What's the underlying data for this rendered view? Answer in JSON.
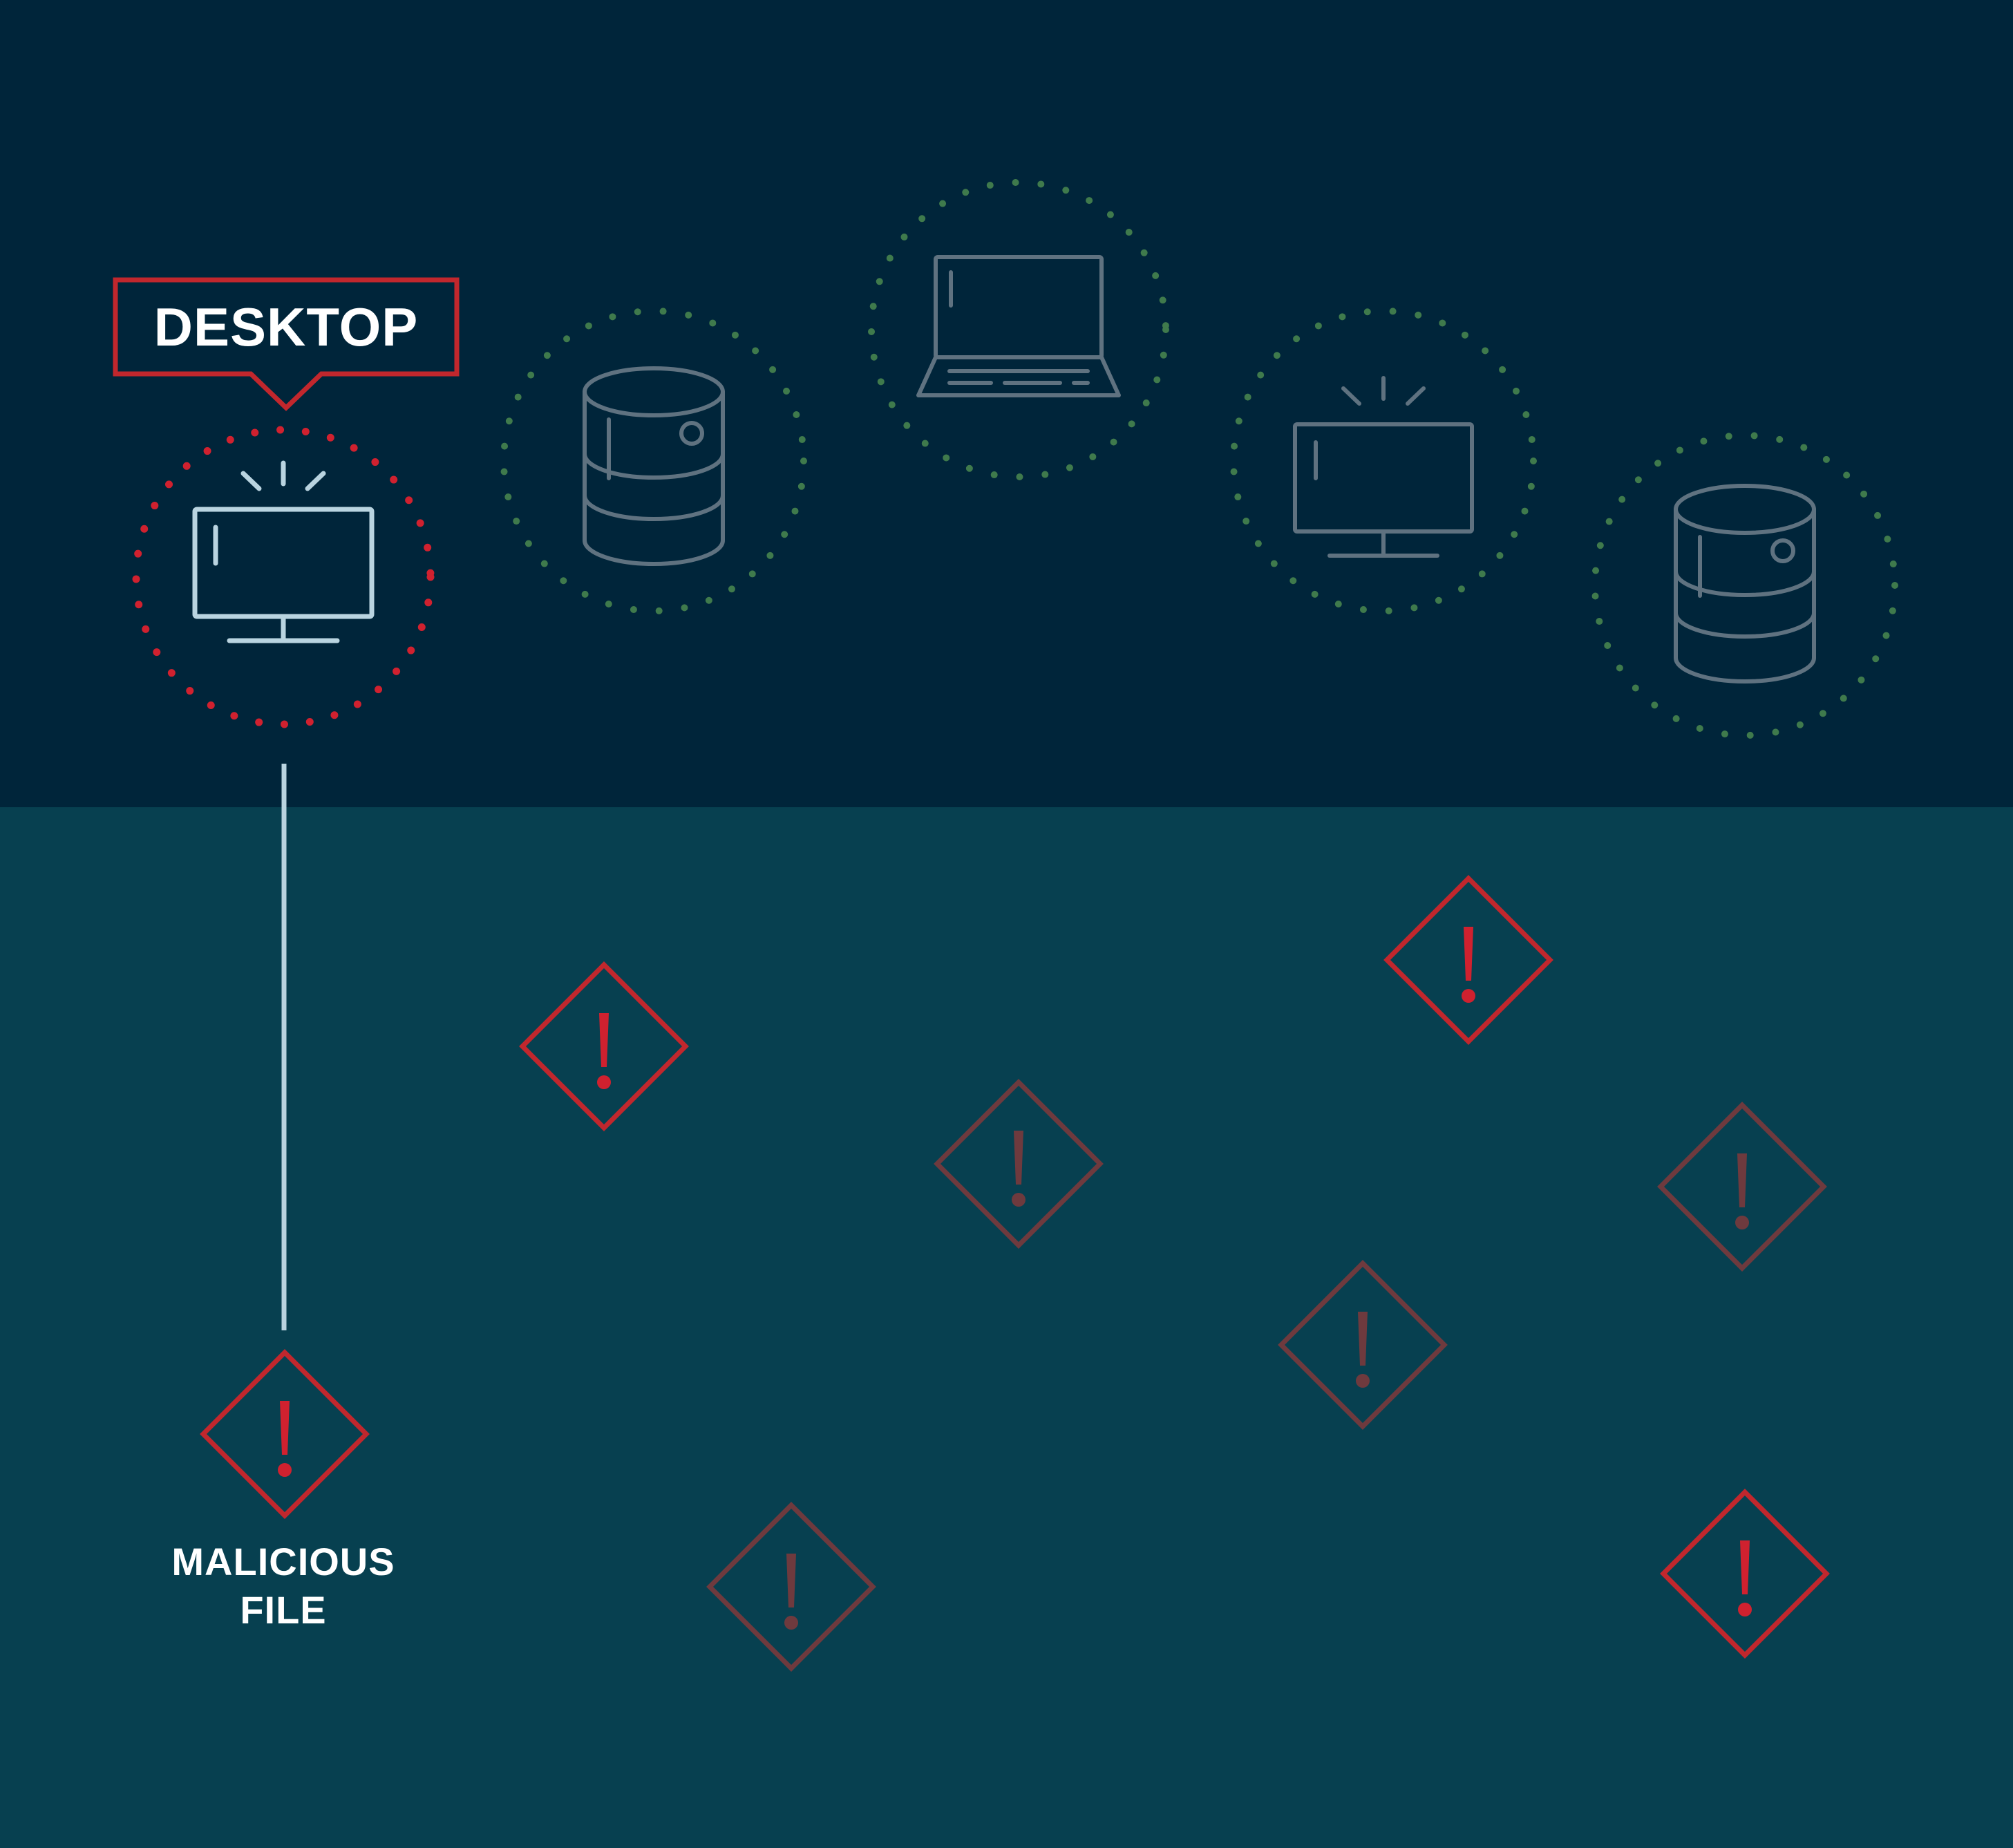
{
  "diagram": {
    "selected_label": "DESKTOP",
    "file_label_lines": [
      "MALICIOUS",
      "FILE"
    ]
  },
  "colors": {
    "top_bg": "#00253a",
    "bottom_bg": "#074050",
    "alert_red": "#c1272d",
    "alert_red_dim": "#6e3a3e",
    "dot_green": "#3f7a4c",
    "device_gray": "#5f7280",
    "device_light": "#b9d4e0"
  },
  "icons": {
    "desktop_selected": "monitor-icon",
    "database": "database-icon",
    "laptop": "laptop-icon",
    "warning": "warning-diamond-icon"
  }
}
